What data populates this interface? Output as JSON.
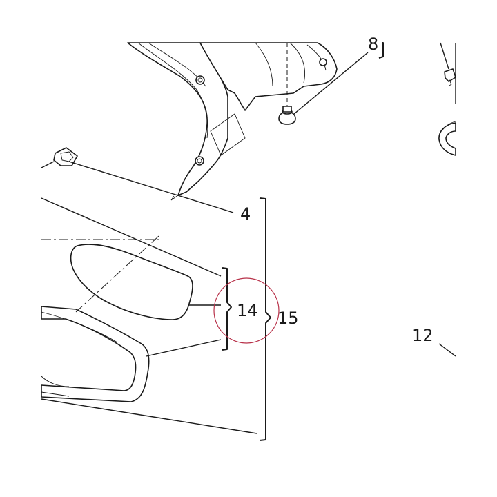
{
  "labels": {
    "part_8": "8",
    "part_4": "4",
    "part_14": "14",
    "part_15": "15",
    "part_12": "12"
  },
  "colors": {
    "line": "#1a1a1a",
    "highlight_circle": "#b8324a",
    "background": "#ffffff"
  }
}
